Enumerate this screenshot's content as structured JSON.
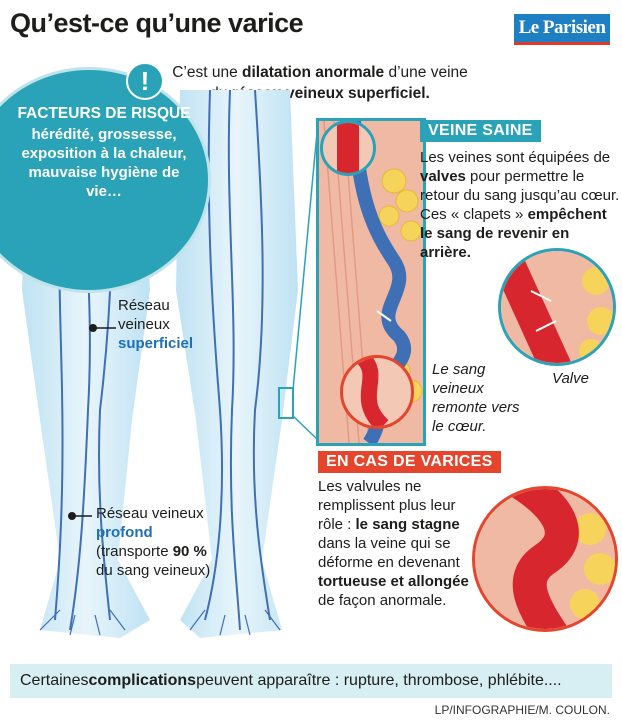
{
  "title": "Qu’est-ce qu’une varice",
  "logo": "Le Parisien",
  "intro": {
    "part1": "C’est une ",
    "bold1": "dilatation anormale",
    "part2": " d’une veine du ",
    "bold2": "réseau veineux superficiel."
  },
  "risk": {
    "icon": "!",
    "title": "FACTEURS DE RISQUE",
    "body": "hérédité, grossesse, exposition à la chaleur, mauvaise hygiène de vie…"
  },
  "superficial": {
    "line1": "Réseau",
    "line2": "veineux",
    "bold": "superficiel"
  },
  "deep": {
    "line1": "Réseau veineux",
    "bold": "profond",
    "paren1": "(transporte ",
    "percent": "90 %",
    "paren2": "du sang veineux)"
  },
  "healthy": {
    "header": "VEINE SAINE",
    "t1": "Les veines sont équipées de ",
    "b1": "valves",
    "t2": " pour permettre le retour du sang jusqu’au cœur. Ces « clapets » ",
    "b2": "empêchent le sang de revenir en arrière."
  },
  "flow_note": "Le sang veineux remonte vers le cœur.",
  "valve_label": "Valve",
  "varicose": {
    "header": "EN CAS DE VARICES",
    "t1": "Les valvules ne remplissent plus leur rôle : ",
    "b1": "le sang stagne",
    "t2": " dans la veine qui se déforme en devenant ",
    "b2": "tortueuse et allongée",
    "t3": " de façon anormale."
  },
  "footer": {
    "t1": "Certaines ",
    "bold": "complications",
    "t2": " peuvent apparaître : rupture, thrombose, phlébite...."
  },
  "credit": "LP/INFOGRAPHIE/M. COULON.",
  "colors": {
    "teal": "#2aa3b8",
    "red": "#e5452c",
    "blue_text": "#1e6fb8",
    "vein_blue": "#3f6fb5",
    "skin": "#f3c9b6",
    "fat": "#f6d35a",
    "leg_light": "#d3ecf7"
  }
}
